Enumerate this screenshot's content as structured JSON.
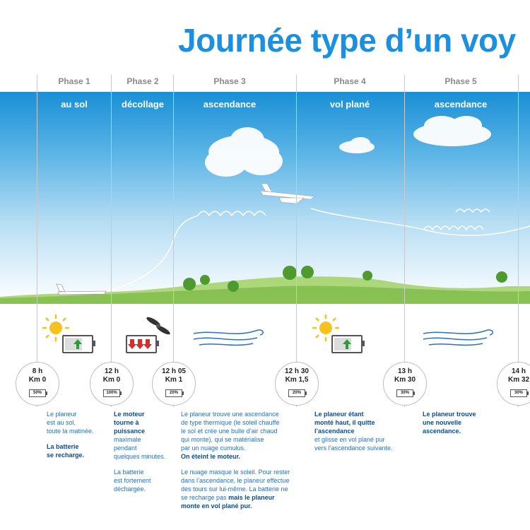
{
  "title": "Journée type d’un voy",
  "phases": [
    {
      "label": "Phase 1",
      "name": "au sol"
    },
    {
      "label": "Phase 2",
      "name": "décollage"
    },
    {
      "label": "Phase 3",
      "name": "ascendance"
    },
    {
      "label": "Phase 4",
      "name": "vol plané"
    },
    {
      "label": "Phase 5",
      "name": "ascendance"
    }
  ],
  "markers": [
    {
      "time": "8 h",
      "km": "Km 0",
      "battery": "50%"
    },
    {
      "time": "12 h",
      "km": "Km 0",
      "battery": "100%"
    },
    {
      "time": "12 h 05",
      "km": "Km 1",
      "battery": "20%"
    },
    {
      "time": "12 h 30",
      "km": "Km 1,5",
      "battery": "20%"
    },
    {
      "time": "13 h",
      "km": "Km 30",
      "battery": "30%"
    },
    {
      "time": "14 h",
      "km": "Km 32",
      "battery": "30%"
    }
  ],
  "descriptions": {
    "p1_a": "Le planeur",
    "p1_b": "est au sol,",
    "p1_c": "toute la matinée.",
    "p1_d": "La batterie",
    "p1_e": "se recharge.",
    "p2_a": "Le moteur",
    "p2_b": "tourne à",
    "p2_c": "puissance",
    "p2_d": "maximale",
    "p2_e": "pendant",
    "p2_f": "quelques minutes.",
    "p2_g": "La batterie",
    "p2_h": "est fortement",
    "p2_i": "déchargée.",
    "p3_a": "Le planeur trouve une ascendance",
    "p3_b": "de type thermique (le soleil chauffe",
    "p3_c": "le sol et crée une bulle d’air chaud",
    "p3_d": "qui monte), qui se matérialise",
    "p3_e": "par un nuage cumulus.",
    "p3_f": "On éteint le moteur.",
    "p3_g": "Le nuage masque le soleil. Pour rester",
    "p3_h": "dans l’ascendance, le planeur effectue",
    "p3_i": "des tours sur lui-même. La batterie ne",
    "p3_j": "se recharge pas",
    "p3_k": "mais le planeur",
    "p3_l": "monte en vol plané pur.",
    "p4_a": "Le planeur étant",
    "p4_b": "monté haut, il quitte",
    "p4_c": "l’ascendance",
    "p4_d": "et glisse en vol plané pur",
    "p4_e": "vers l’ascendance suivante.",
    "p5_a": "Le planeur trouve",
    "p5_b": "une nouvelle",
    "p5_c": "ascendance."
  },
  "colors": {
    "title": "#1b8fe0",
    "sky_top": "#1a8fd6",
    "ground": "#7cbf3f",
    "text": "#2d6fb8"
  },
  "icons": [
    "sun-icon",
    "battery-charging-icon",
    "battery-discharging-icon",
    "propeller-icon",
    "wind-icon",
    "cloud-icon",
    "glider-icon",
    "tree-icon"
  ]
}
